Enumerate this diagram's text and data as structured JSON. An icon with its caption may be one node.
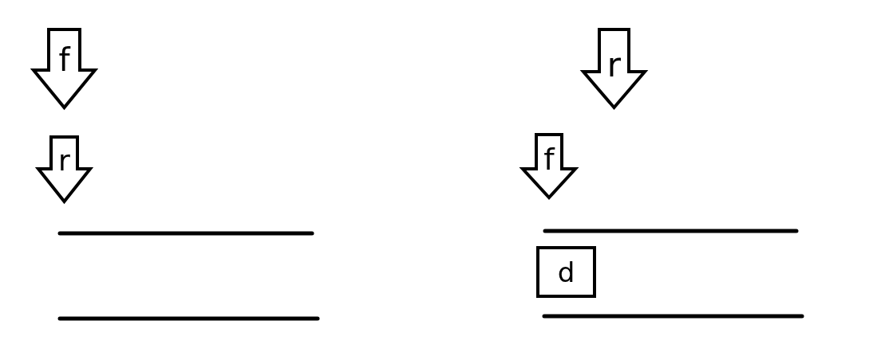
{
  "diagram": {
    "nodes": [
      {
        "text": [
          "f"
        ]
      },
      {
        "text": [
          "r"
        ]
      },
      {
        "text": [
          "r"
        ]
      },
      {
        "text": [
          "f"
        ]
      },
      {
        "text": [
          "d"
        ]
      }
    ]
  }
}
